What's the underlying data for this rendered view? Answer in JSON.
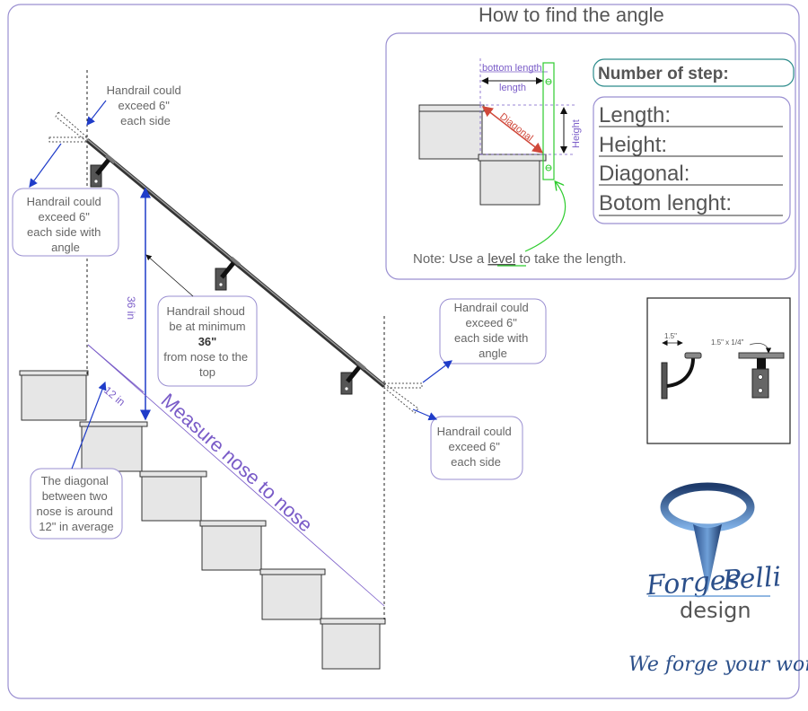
{
  "title": "How to find the angle",
  "left_diagram": {
    "notes": {
      "top_left": [
        "Handrail could",
        "exceed 6\"",
        "each side"
      ],
      "left_angle": [
        "Handrail could",
        "exceed 6\"",
        "each side with",
        "angle"
      ],
      "minimum": [
        "Handrail shoud",
        "be at minimum",
        "36\"",
        "from nose to the",
        "top"
      ],
      "right_angle": [
        "Handrail could",
        "exceed 6\"",
        "each side with",
        "angle"
      ],
      "right_bottom": [
        "Handrail could",
        "exceed 6\"",
        "each side"
      ],
      "diagonal": [
        "The diagonal",
        "between two",
        "nose is around",
        "12\" in average"
      ]
    },
    "dim_36": "36 in",
    "dim_12": "12 in",
    "measure": "Measure nose to nose"
  },
  "angle_panel": {
    "labels": {
      "bottom_length": "bottom length",
      "length": "length",
      "diagonal": "Diagonal",
      "height": "Height"
    },
    "note_prefix": "Note: Use a ",
    "note_link": "level",
    "note_suffix": " to take the length.",
    "steps_label": "Number of step:",
    "fields": [
      "Length:",
      "Height:",
      "Diagonal:",
      "Botom lenght:"
    ]
  },
  "bracket_panel": {
    "dim_a": "1.5\"",
    "dim_b": "1.5\" x 1/4\""
  },
  "logo": {
    "left": "Forges",
    "right": "Pelli",
    "sub": "design",
    "tagline": "We forge your world"
  },
  "colors": {
    "accent_purple": "#7a5cc8",
    "arrow_blue": "#1f3cc9",
    "diagonal_red": "#d0483a",
    "level_green": "#2ecc2e"
  }
}
